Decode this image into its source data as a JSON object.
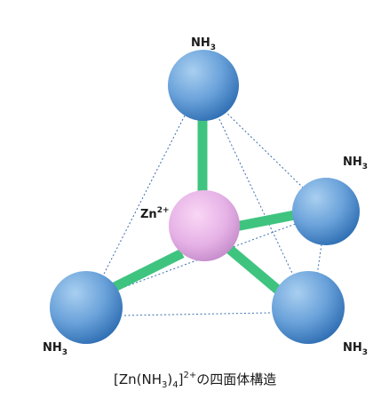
{
  "labels": {
    "ligand_top": {
      "main": "NH",
      "sub": "3"
    },
    "ligand_right": {
      "main": "NH",
      "sub": "3"
    },
    "ligand_left": {
      "main": "NH",
      "sub": "3"
    },
    "ligand_bottom_right": {
      "main": "NH",
      "sub": "3"
    },
    "center": {
      "main": "Zn",
      "sup": "2+"
    }
  },
  "caption": {
    "open_bracket": "[",
    "zn": "Zn",
    "open_paren": "(",
    "nh": "NH",
    "nh_sub": "3",
    "close_paren": ")",
    "count_sub": "4",
    "close_bracket": "]",
    "charge_sup": "2+",
    "suffix": "の四面体構造"
  },
  "colors": {
    "ligand_light": "#9fc6ec",
    "ligand_dark": "#2f6eb3",
    "center_light": "#f6cdf2",
    "center_dark": "#c98ccf",
    "bond": "#3fc47f",
    "edge": "#3a6fb0"
  }
}
